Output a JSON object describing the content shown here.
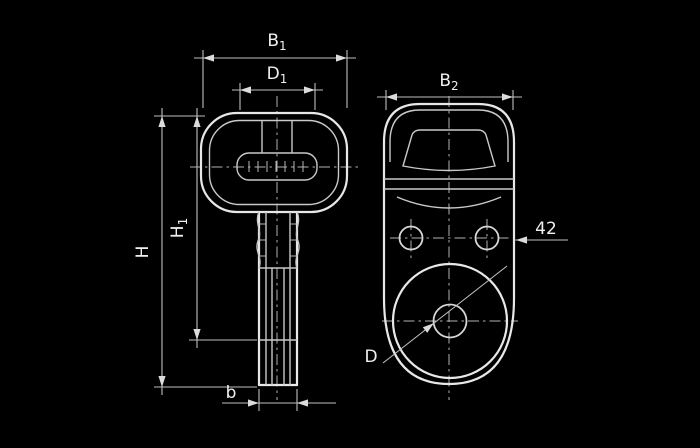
{
  "colors": {
    "background": "#000000",
    "line": "#e8e8e8",
    "text": "#efefef"
  },
  "labels": {
    "b1": {
      "base": "B",
      "sub": "1"
    },
    "d1": {
      "base": "D",
      "sub": "1"
    },
    "b2": {
      "base": "B",
      "sub": "2"
    },
    "h": "H",
    "h1": {
      "base": "H",
      "sub": "1"
    },
    "b": "b",
    "d": "D",
    "spacing": "42"
  }
}
